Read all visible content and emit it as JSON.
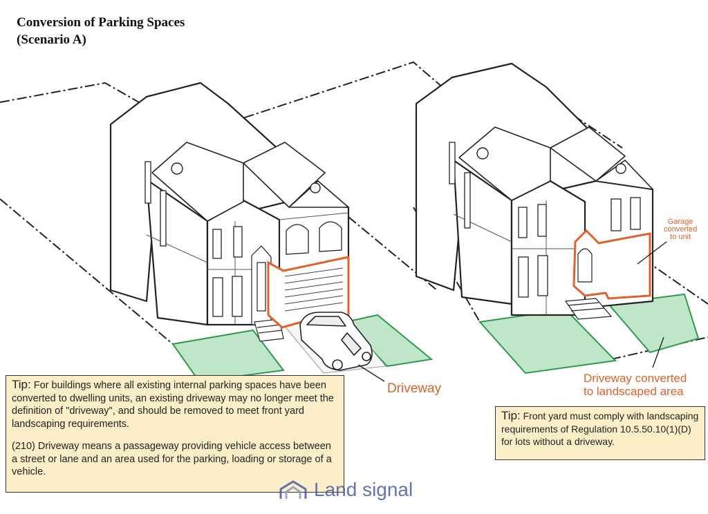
{
  "title": {
    "line1": "Conversion of Parking Spaces",
    "line2": "(Scenario A)"
  },
  "labels": {
    "driveway": "Driveway",
    "garage_converted": [
      "Garage",
      "converted",
      "to unit"
    ],
    "driveway_converted": [
      "Driveway converted",
      "to landscaped area"
    ]
  },
  "tip_left": {
    "label": "Tip:",
    "text": "For buildings where all existing internal parking spaces have been converted to dwelling units, an existing driveway may no longer meet the definition of \"driveway\", and should be removed to meet front yard landscaping requirements.",
    "definition": "(210) Driveway means a passageway providing vehicle access between a street or lane and an area used for the parking, loading or storage of a vehicle."
  },
  "tip_right": {
    "label": "Tip:",
    "text": "Front yard must comply with landscaping requirements of Regulation 10.5.50.10(1)(D) for lots without a driveway."
  },
  "watermark": {
    "text": "Land signal",
    "icon": "house-logo-icon"
  },
  "colors": {
    "accent_orange": "#e0612a",
    "landscape_green": "#bfe6c8",
    "landscape_green_stroke": "#2e9a4a",
    "tip_background": "#fcefc7"
  }
}
